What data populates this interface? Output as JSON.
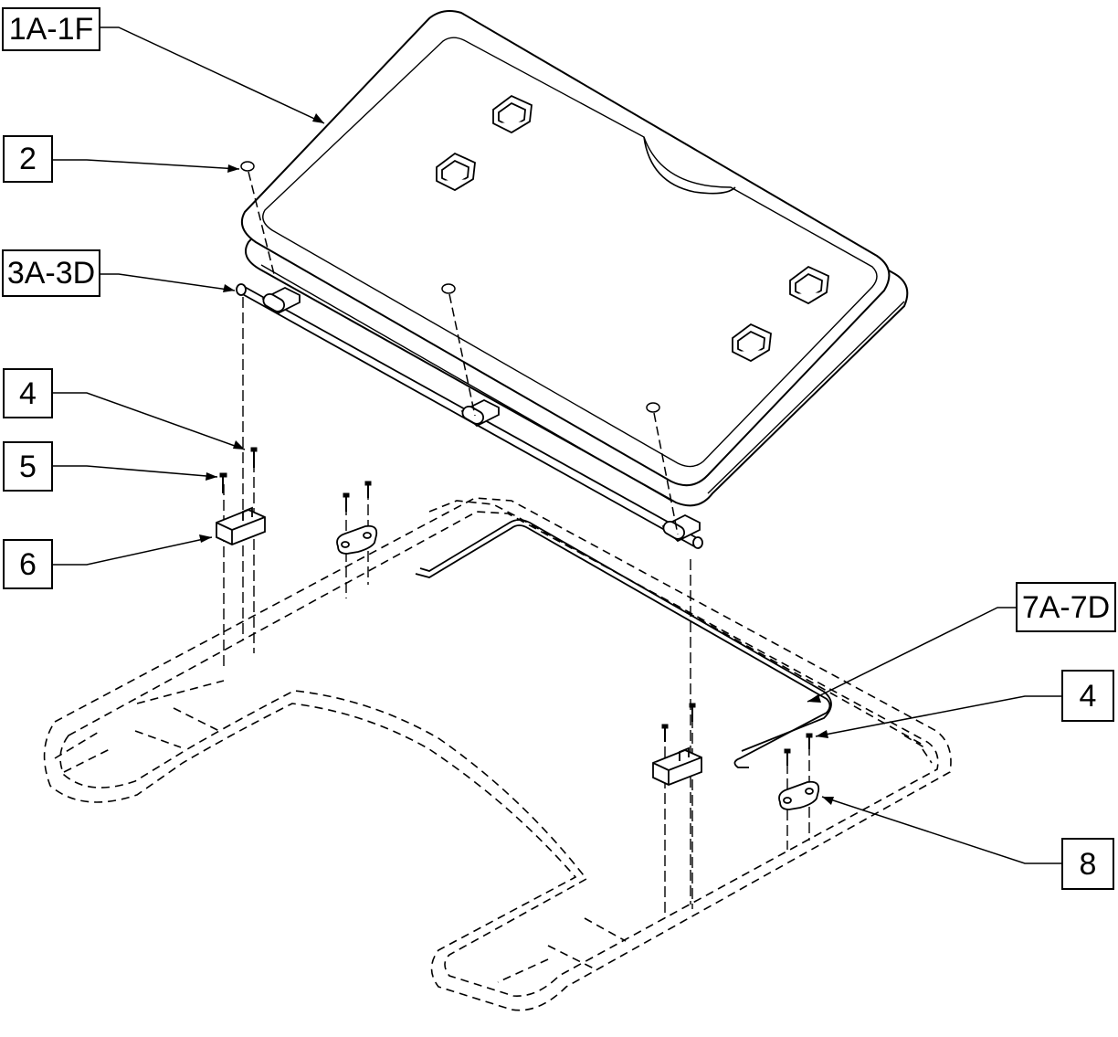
{
  "diagram": {
    "callouts": {
      "c1": "1A-1F",
      "c2": "2",
      "c3": "3A-3D",
      "c4a": "4",
      "c5": "5",
      "c6": "6",
      "c7": "7A-7D",
      "c4b": "4",
      "c8": "8"
    },
    "colors": {
      "line": "#000000",
      "background": "#ffffff"
    }
  }
}
